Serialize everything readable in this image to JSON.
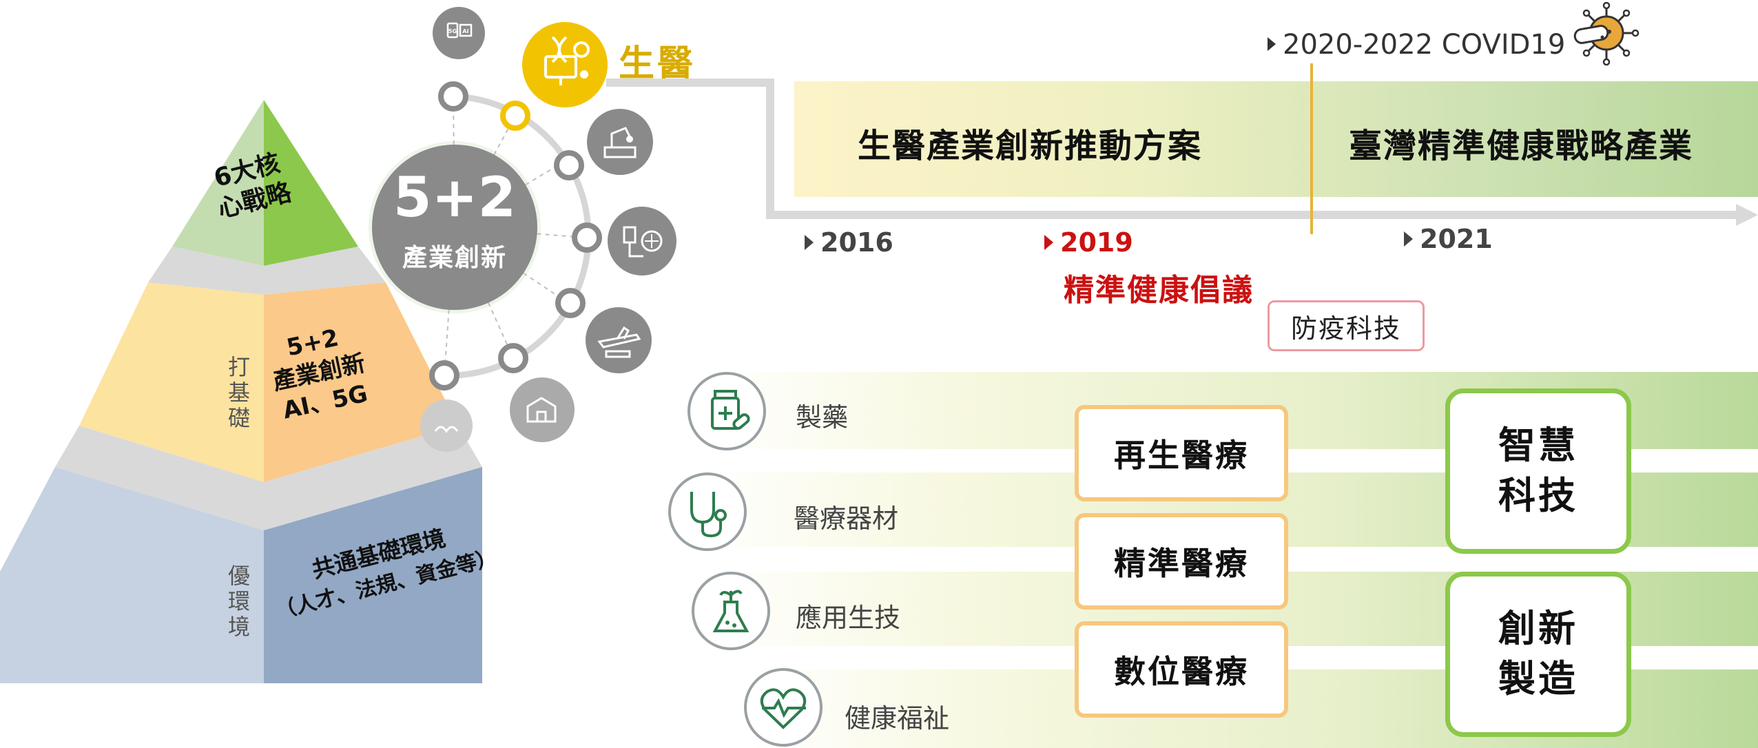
{
  "pyramid": {
    "top_label": "6大核心戰略",
    "top_lines": [
      "6大核",
      "心戰略"
    ],
    "middle_side": "打基礎",
    "middle_lines": [
      "5+2",
      "產業創新",
      "AI、5G"
    ],
    "bottom_side": "優環境",
    "bottom_lines": [
      "共通基礎環境",
      "（人才、法規、資金等）"
    ]
  },
  "hub": {
    "title": "5+2",
    "subtitle": "產業創新",
    "highlight_label": "生醫",
    "icons": [
      "5g-ai-chip-icon",
      "biomed-dna-icon",
      "smart-machinery-icon",
      "green-energy-icon",
      "defense-aerospace-icon",
      "circular-economy-icon",
      "agriculture-icon"
    ]
  },
  "timeline": {
    "covid_label": "2020-2022 COVID19",
    "band_left": "生醫產業創新推動方案",
    "band_right": "臺灣精準健康戰略產業",
    "years": [
      {
        "label": "2016",
        "note": ""
      },
      {
        "label": "2019",
        "note": "精準健康倡議"
      },
      {
        "label": "2021",
        "note": ""
      }
    ],
    "covid_tag": "防疫科技"
  },
  "categories": [
    "製藥",
    "醫療器材",
    "應用生技",
    "健康福祉"
  ],
  "orange_boxes": [
    "再生醫療",
    "精準醫療",
    "數位醫療"
  ],
  "green_boxes": [
    {
      "line1": "智慧",
      "line2": "科技"
    },
    {
      "line1": "創新",
      "line2": "製造"
    }
  ],
  "colors": {
    "highlight_yellow": "#f2c300",
    "gray_circle": "#8a8a8a",
    "green": "#8cc84b",
    "orange": "#f7c77e",
    "red": "#cc1111",
    "pyramid_blue": "#92a8c4",
    "pyramid_orange": "#fbc98a",
    "pyramid_green": "#8cc84b"
  }
}
